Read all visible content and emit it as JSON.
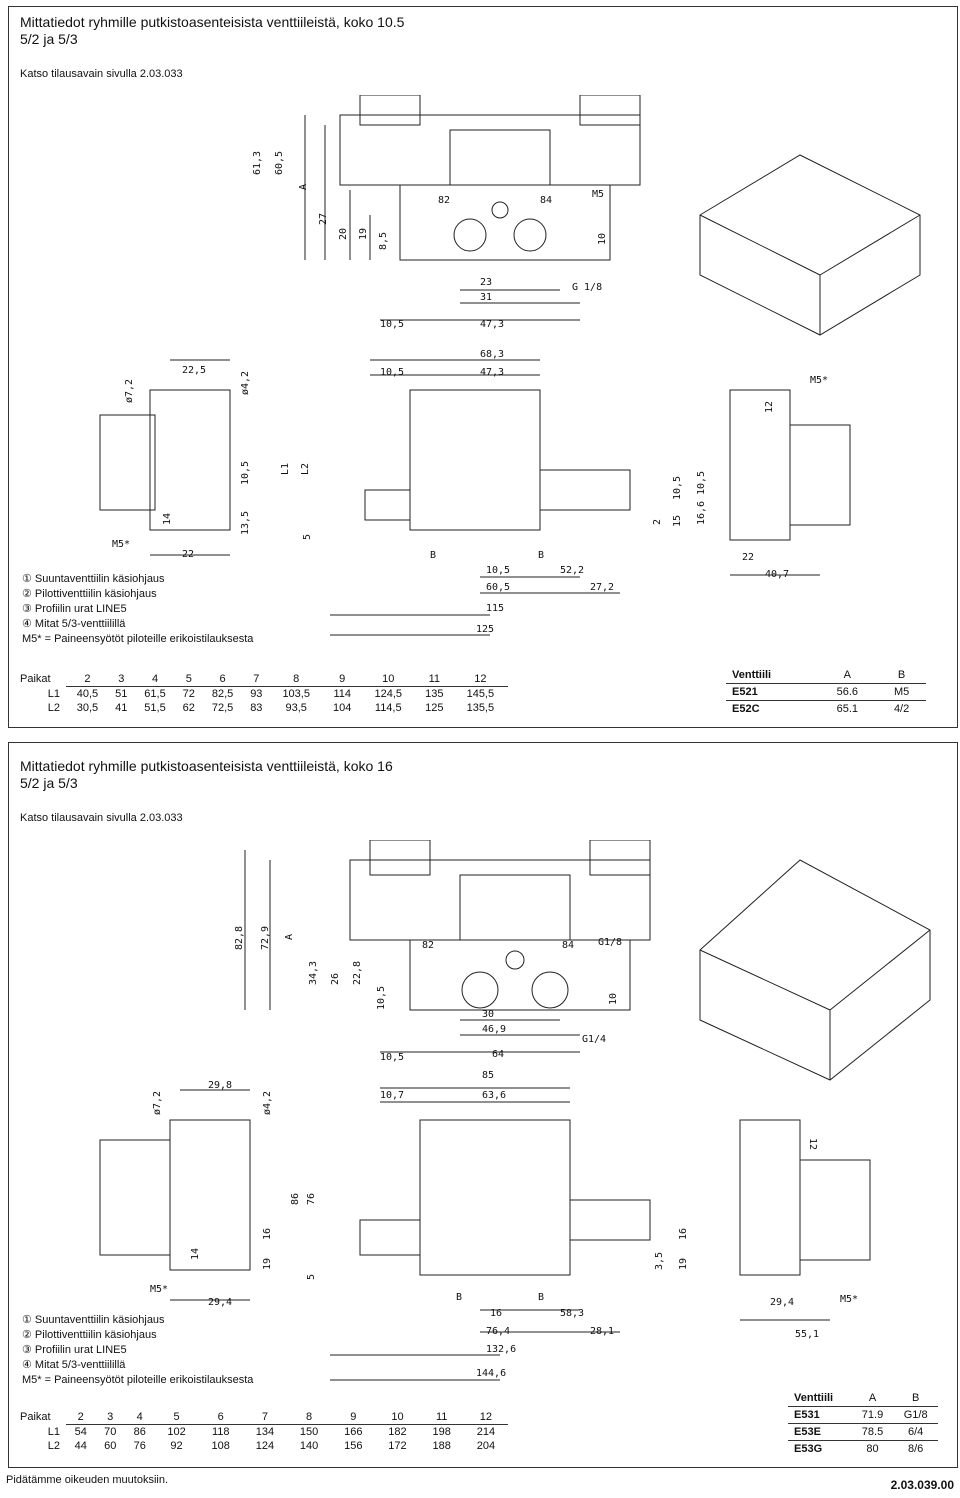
{
  "section1": {
    "title": "Mittatiedot ryhmille putkistoasenteisista venttiileistä, koko 10.5",
    "subtitle": "5/2 ja 5/3",
    "ref": "Katso tilausavain sivulla 2.03.033",
    "notes": [
      "① Suuntaventtiilin käsiohjaus",
      "② Pilottiventtiilin käsiohjaus",
      "③ Profiilin urat LINE5",
      "④ Mitat 5/3-venttiilillä",
      "M5* = Paineensyötöt piloteille erikoistilauksesta"
    ],
    "dims": {
      "top_vertical": [
        "61,3",
        "60,5",
        "A",
        "27",
        "20",
        "19",
        "8,5"
      ],
      "top_horizontal": [
        "23",
        "31",
        "10,5",
        "47,3"
      ],
      "top_ports": [
        "82",
        "84",
        "M5",
        "G 1/8",
        "10"
      ],
      "left": [
        "22,5",
        "ø7,2",
        "ø4,2",
        "10,5",
        "13,5",
        "14",
        "22",
        "M5*"
      ],
      "mid_top": [
        "68,3",
        "10,5",
        "47,3"
      ],
      "mid_side": [
        "L1",
        "L2",
        "5"
      ],
      "mid_bottom": [
        "B",
        "B",
        "10,5",
        "52,2",
        "60,5",
        "27,2",
        "115",
        "125"
      ],
      "right": [
        "M5*",
        "12",
        "10,5",
        "2",
        "15",
        "16,6",
        "10,5",
        "22",
        "40,7"
      ]
    },
    "positions_table": {
      "header_label": "Paikat",
      "positions": [
        "2",
        "3",
        "4",
        "5",
        "6",
        "7",
        "8",
        "9",
        "10",
        "11",
        "12"
      ],
      "rows": [
        {
          "label": "L1",
          "values": [
            "40,5",
            "51",
            "61,5",
            "72",
            "82,5",
            "93",
            "103,5",
            "114",
            "124,5",
            "135",
            "145,5"
          ]
        },
        {
          "label": "L2",
          "values": [
            "30,5",
            "41",
            "51,5",
            "62",
            "72,5",
            "83",
            "93,5",
            "104",
            "114,5",
            "125",
            "135,5"
          ]
        }
      ]
    },
    "valve_table": {
      "headers": [
        "Venttiili",
        "A",
        "B"
      ],
      "rows": [
        [
          "E521",
          "56.6",
          "M5"
        ],
        [
          "E52C",
          "65.1",
          "4/2"
        ]
      ]
    }
  },
  "section2": {
    "title": "Mittatiedot ryhmille putkistoasenteisista venttiileistä, koko 16",
    "subtitle": "5/2 ja 5/3",
    "ref": "Katso tilausavain sivulla 2.03.033",
    "notes": [
      "① Suuntaventtiilin käsiohjaus",
      "② Pilottiventtiilin käsiohjaus",
      "③ Profiilin urat LINE5",
      "④ Mitat 5/3-venttiilillä",
      "M5* = Paineensyötöt piloteille erikoistilauksesta"
    ],
    "dims": {
      "top_vertical": [
        "82,8",
        "72,9",
        "A",
        "34,3",
        "26",
        "22,8",
        "10,5"
      ],
      "top_horizontal": [
        "30",
        "46,9",
        "10,5",
        "64"
      ],
      "top_ports": [
        "82",
        "84",
        "G1/8",
        "G1/4",
        "10"
      ],
      "left": [
        "29,8",
        "ø7,2",
        "ø4,2",
        "16",
        "19",
        "14",
        "29,4",
        "M5*"
      ],
      "mid_top": [
        "85",
        "10,7",
        "63,6"
      ],
      "mid_side": [
        "86",
        "76",
        "5"
      ],
      "mid_bottom": [
        "B",
        "B",
        "16",
        "58,3",
        "76,4",
        "28,1",
        "132,6",
        "144,6"
      ],
      "right": [
        "12",
        "16",
        "19",
        "3,5",
        "29,4",
        "55,1",
        "M5*"
      ]
    },
    "positions_table": {
      "header_label": "Paikat",
      "positions": [
        "2",
        "3",
        "4",
        "5",
        "6",
        "7",
        "8",
        "9",
        "10",
        "11",
        "12"
      ],
      "rows": [
        {
          "label": "L1",
          "values": [
            "54",
            "70",
            "86",
            "102",
            "118",
            "134",
            "150",
            "166",
            "182",
            "198",
            "214"
          ]
        },
        {
          "label": "L2",
          "values": [
            "44",
            "60",
            "76",
            "92",
            "108",
            "124",
            "140",
            "156",
            "172",
            "188",
            "204"
          ]
        }
      ]
    },
    "valve_table": {
      "headers": [
        "Venttiili",
        "A",
        "B"
      ],
      "rows": [
        [
          "E531",
          "71.9",
          "G1/8"
        ],
        [
          "E53E",
          "78.5",
          "6/4"
        ],
        [
          "E53G",
          "80",
          "8/6"
        ]
      ]
    }
  },
  "footer": {
    "left": "Pidätämme oikeuden muutoksiin.",
    "right": "2.03.039.00"
  }
}
